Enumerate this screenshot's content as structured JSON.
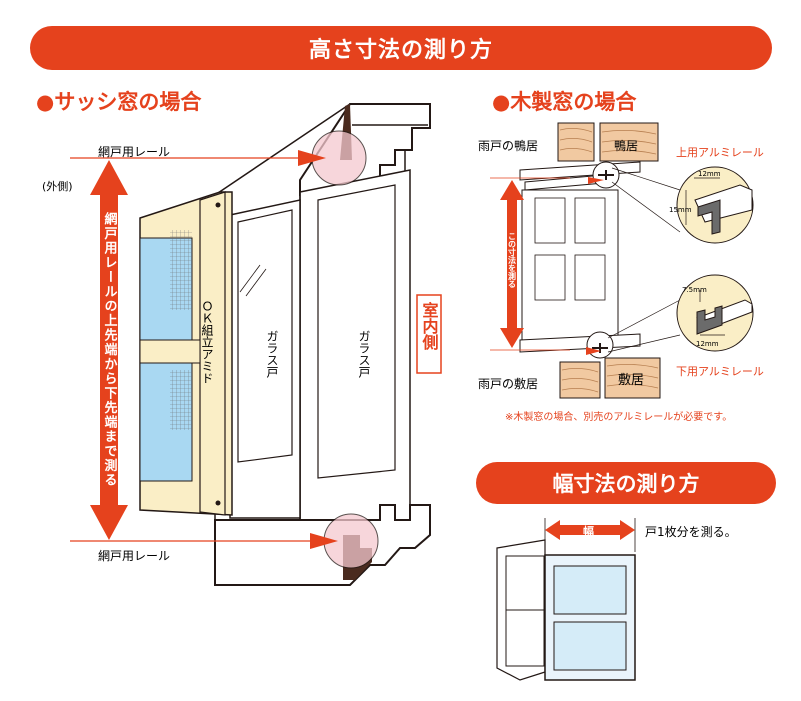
{
  "header": {
    "title": "高さ寸法の測り方"
  },
  "sash": {
    "heading": "●サッシ窓の場合",
    "top_rail_label": "網戸用レール",
    "bottom_rail_label": "網戸用レール",
    "outside_label": "(外側)",
    "measure_text": "網戸用レールの上先端から下先端まで測る",
    "ok_screen_label": "ＯＫ組立アミド",
    "glass_door_1": "ガラス戸",
    "glass_door_2": "ガラス戸",
    "indoor_label": "室内側"
  },
  "wood": {
    "heading": "●木製窓の場合",
    "amado_kamoi": "雨戸の鴨居",
    "kamoi": "鴨居",
    "upper_rail": "上用アルミレール",
    "upper_dim_w": "12mm",
    "upper_dim_h": "15mm",
    "measure_text": "この寸法を測る",
    "lower_dim_h": "7.5mm",
    "lower_dim_w": "12mm",
    "lower_rail": "下用アルミレール",
    "amado_shikii": "雨戸の敷居",
    "shikii": "敷居",
    "note": "※木製窓の場合、別売のアルミレールが必要です。"
  },
  "width": {
    "title": "幅寸法の測り方",
    "arrow_label": "幅",
    "caption": "戸1枚分を測る。"
  },
  "colors": {
    "accent": "#e5421d",
    "arrow_pink": "#f5c9cf",
    "frame_cream": "#faeec6",
    "glass_blue": "#a9d8f2",
    "wood": "#f1c9a1"
  }
}
